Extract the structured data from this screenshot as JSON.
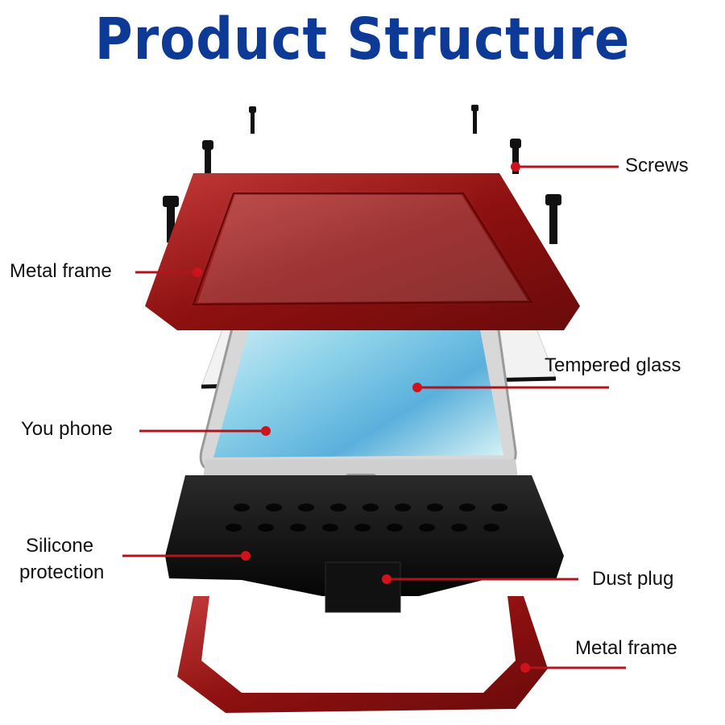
{
  "title": "Product Structure",
  "colors": {
    "title": "#0c3a96",
    "callout_line": "#b0151c",
    "callout_dot": "#d0121c",
    "frame_red": "#8e1010",
    "case_black": "#141414"
  },
  "callouts": [
    {
      "id": "screws",
      "label": "Screws"
    },
    {
      "id": "metal-frame-top",
      "label": "Metal frame"
    },
    {
      "id": "tempered-glass",
      "label": "Tempered glass"
    },
    {
      "id": "phone",
      "label": "You phone"
    },
    {
      "id": "silicone",
      "label_line1": "Silicone",
      "label_line2": "protection"
    },
    {
      "id": "dust-plug",
      "label": "Dust plug"
    },
    {
      "id": "metal-frame-bottom",
      "label": "Metal frame"
    }
  ]
}
